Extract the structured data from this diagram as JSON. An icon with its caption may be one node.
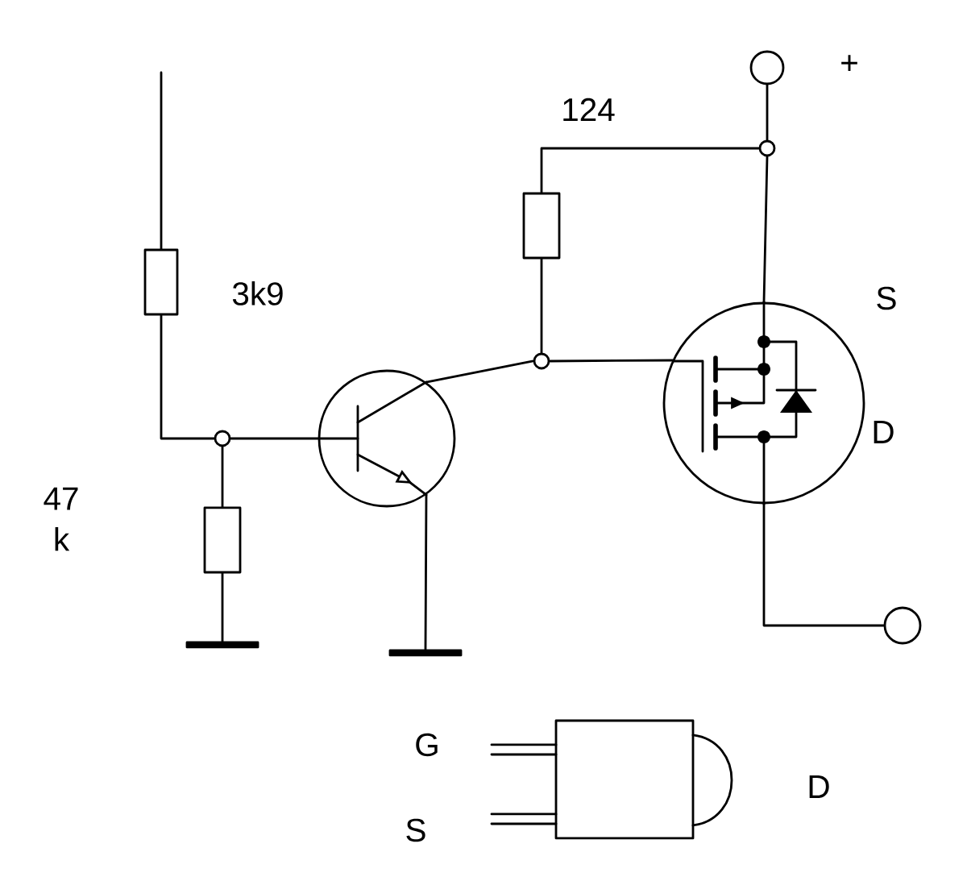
{
  "diagram": {
    "nodes": [
      {
        "text": [],
        "shape": "circle",
        "beside": [
          "+"
        ]
      },
      {
        "text": [],
        "shape": "box",
        "beside": [
          "3k9"
        ]
      },
      {
        "text": [],
        "shape": "box",
        "beside": [
          "47 k"
        ]
      },
      {
        "text": [],
        "shape": "box",
        "beside": [
          "124"
        ]
      },
      {
        "text": [],
        "shape": "circle"
      },
      {
        "text": [],
        "shape": "circle",
        "beside": [
          "S",
          "D"
        ]
      },
      {
        "text": [],
        "shape": "circle"
      },
      {
        "text": [],
        "shape": "circle"
      },
      {
        "text": [],
        "shape": "circle"
      },
      {
        "text": [],
        "shape": "circle"
      },
      {
        "text": [],
        "shape": "bar"
      },
      {
        "text": [],
        "shape": "bar"
      }
    ],
    "edges": [
      {
        "from": 0,
        "to": 7,
        "arrow": "none"
      },
      {
        "from": 7,
        "to": 3,
        "arrow": "none"
      },
      {
        "from": 7,
        "to": 5,
        "arrow": "none"
      },
      {
        "from": 3,
        "to": 8,
        "arrow": "none"
      },
      {
        "from": 8,
        "to": 4,
        "arrow": "none"
      },
      {
        "from": 8,
        "to": 5,
        "arrow": "none"
      },
      {
        "from": null,
        "to": 1,
        "arrow": "none"
      },
      {
        "from": 1,
        "to": 9,
        "arrow": "none"
      },
      {
        "from": 9,
        "to": 4,
        "arrow": "none"
      },
      {
        "from": 9,
        "to": 2,
        "arrow": "none"
      },
      {
        "from": 2,
        "to": 10,
        "arrow": "none"
      },
      {
        "from": 4,
        "to": 11,
        "arrow": "none"
      },
      {
        "from": 5,
        "to": 6,
        "arrow": "none"
      }
    ],
    "labels": [
      "G",
      "S",
      "D"
    ]
  }
}
